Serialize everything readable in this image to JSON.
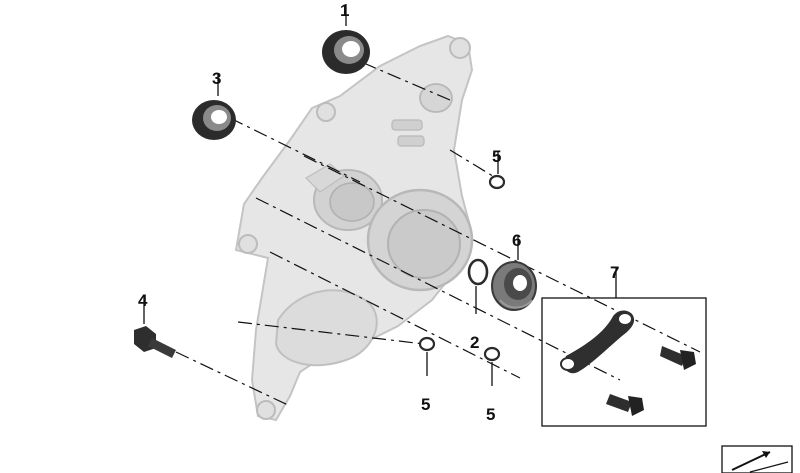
{
  "colors": {
    "housing": "#e6e6e6",
    "housing_edge": "#c4c4c4",
    "housing_shade": "#d2d2d2",
    "part_dark": "#2b2b2b",
    "part_mid": "#8a8a8a",
    "line": "#111111"
  },
  "callouts": {
    "top": "1",
    "left_seal": "3",
    "bolt": "4",
    "ring_upper_right": "5",
    "ring_lower_left": "5",
    "ring_lower_right": "5",
    "bearing": "6",
    "snap_ring": "2",
    "bracket_kit": "7"
  },
  "icons": {
    "corner": "scroll-arrow-icon"
  }
}
